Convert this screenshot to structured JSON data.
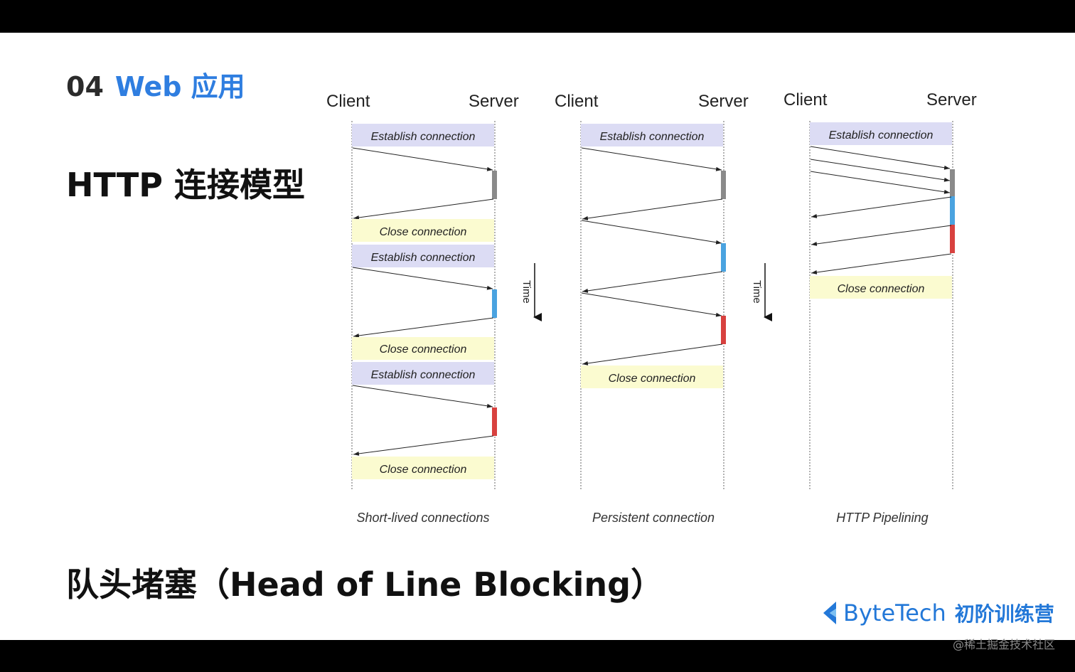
{
  "section": {
    "number": "04",
    "name": "Web 应用"
  },
  "title": "HTTP 连接模型",
  "subtitle": "队头堵塞（Head of Line Blocking）",
  "brand": {
    "name": "ByteTech",
    "suffix": "初阶训练营"
  },
  "watermark": "@稀土掘金技术社区",
  "colors": {
    "establish_box": "#dcdcf4",
    "close_box": "#fbfbd0",
    "gray_block": "#8a8a8a",
    "blue_block": "#4aa3e0",
    "red_block": "#d8413f",
    "accent": "#2f7ee0"
  },
  "time_label": "Time",
  "panels": [
    {
      "client_label": "Client",
      "server_label": "Server",
      "caption": "Short-lived connections",
      "boxes": [
        {
          "kind": "establish",
          "label": "Establish connection"
        },
        {
          "kind": "close",
          "label": "Close connection"
        },
        {
          "kind": "establish",
          "label": "Establish connection"
        },
        {
          "kind": "close",
          "label": "Close connection"
        },
        {
          "kind": "establish",
          "label": "Establish connection"
        },
        {
          "kind": "close",
          "label": "Close connection"
        }
      ],
      "blocks": [
        "gray",
        "blue",
        "red"
      ]
    },
    {
      "client_label": "Client",
      "server_label": "Server",
      "caption": "Persistent connection",
      "boxes": [
        {
          "kind": "establish",
          "label": "Establish connection"
        },
        {
          "kind": "close",
          "label": "Close connection"
        }
      ],
      "blocks": [
        "gray",
        "blue",
        "red"
      ]
    },
    {
      "client_label": "Client",
      "server_label": "Server",
      "caption": "HTTP Pipelining",
      "boxes": [
        {
          "kind": "establish",
          "label": "Establish connection"
        },
        {
          "kind": "close",
          "label": "Close connection"
        }
      ],
      "blocks": [
        "gray",
        "blue",
        "red"
      ]
    }
  ]
}
